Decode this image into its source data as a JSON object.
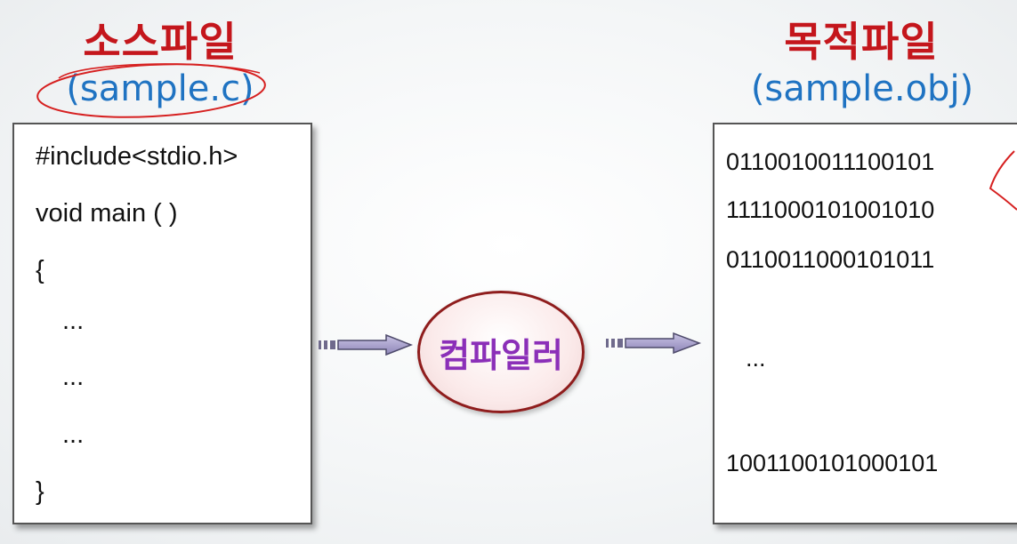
{
  "source": {
    "title": "소스파일",
    "filename": "(sample.c)",
    "lines": [
      "#include<stdio.h>",
      "void main ( )",
      "{",
      "...",
      "...",
      "...",
      "}"
    ]
  },
  "target": {
    "title": "목적파일",
    "filename": "(sample.obj)",
    "lines": [
      "0110010011100101",
      "1111000101001010",
      "0110011000101011",
      "...",
      "1001100101000101"
    ]
  },
  "compiler": {
    "label": "컴파일러"
  },
  "colors": {
    "title": "#c4161c",
    "filename": "#1f73c2",
    "compiler_text": "#8b2fb8",
    "compiler_border": "#8f1d1d",
    "annotation": "#d62020"
  }
}
